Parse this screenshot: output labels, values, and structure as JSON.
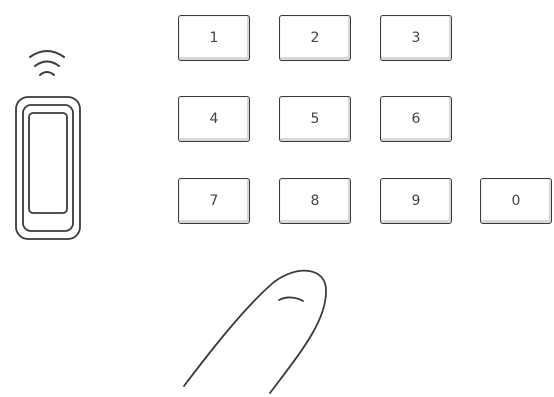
{
  "keypad": {
    "keys": [
      {
        "label": "1"
      },
      {
        "label": "2"
      },
      {
        "label": "3"
      },
      {
        "label": "4"
      },
      {
        "label": "5"
      },
      {
        "label": "6"
      },
      {
        "label": "7"
      },
      {
        "label": "8"
      },
      {
        "label": "9"
      },
      {
        "label": "0"
      }
    ]
  },
  "icons": {
    "reader": "rfid-card-reader-icon",
    "wireless": "wireless-signal-icon",
    "finger": "finger-icon"
  },
  "colors": {
    "line": "#3a3a3a",
    "key_text": "#444444"
  }
}
